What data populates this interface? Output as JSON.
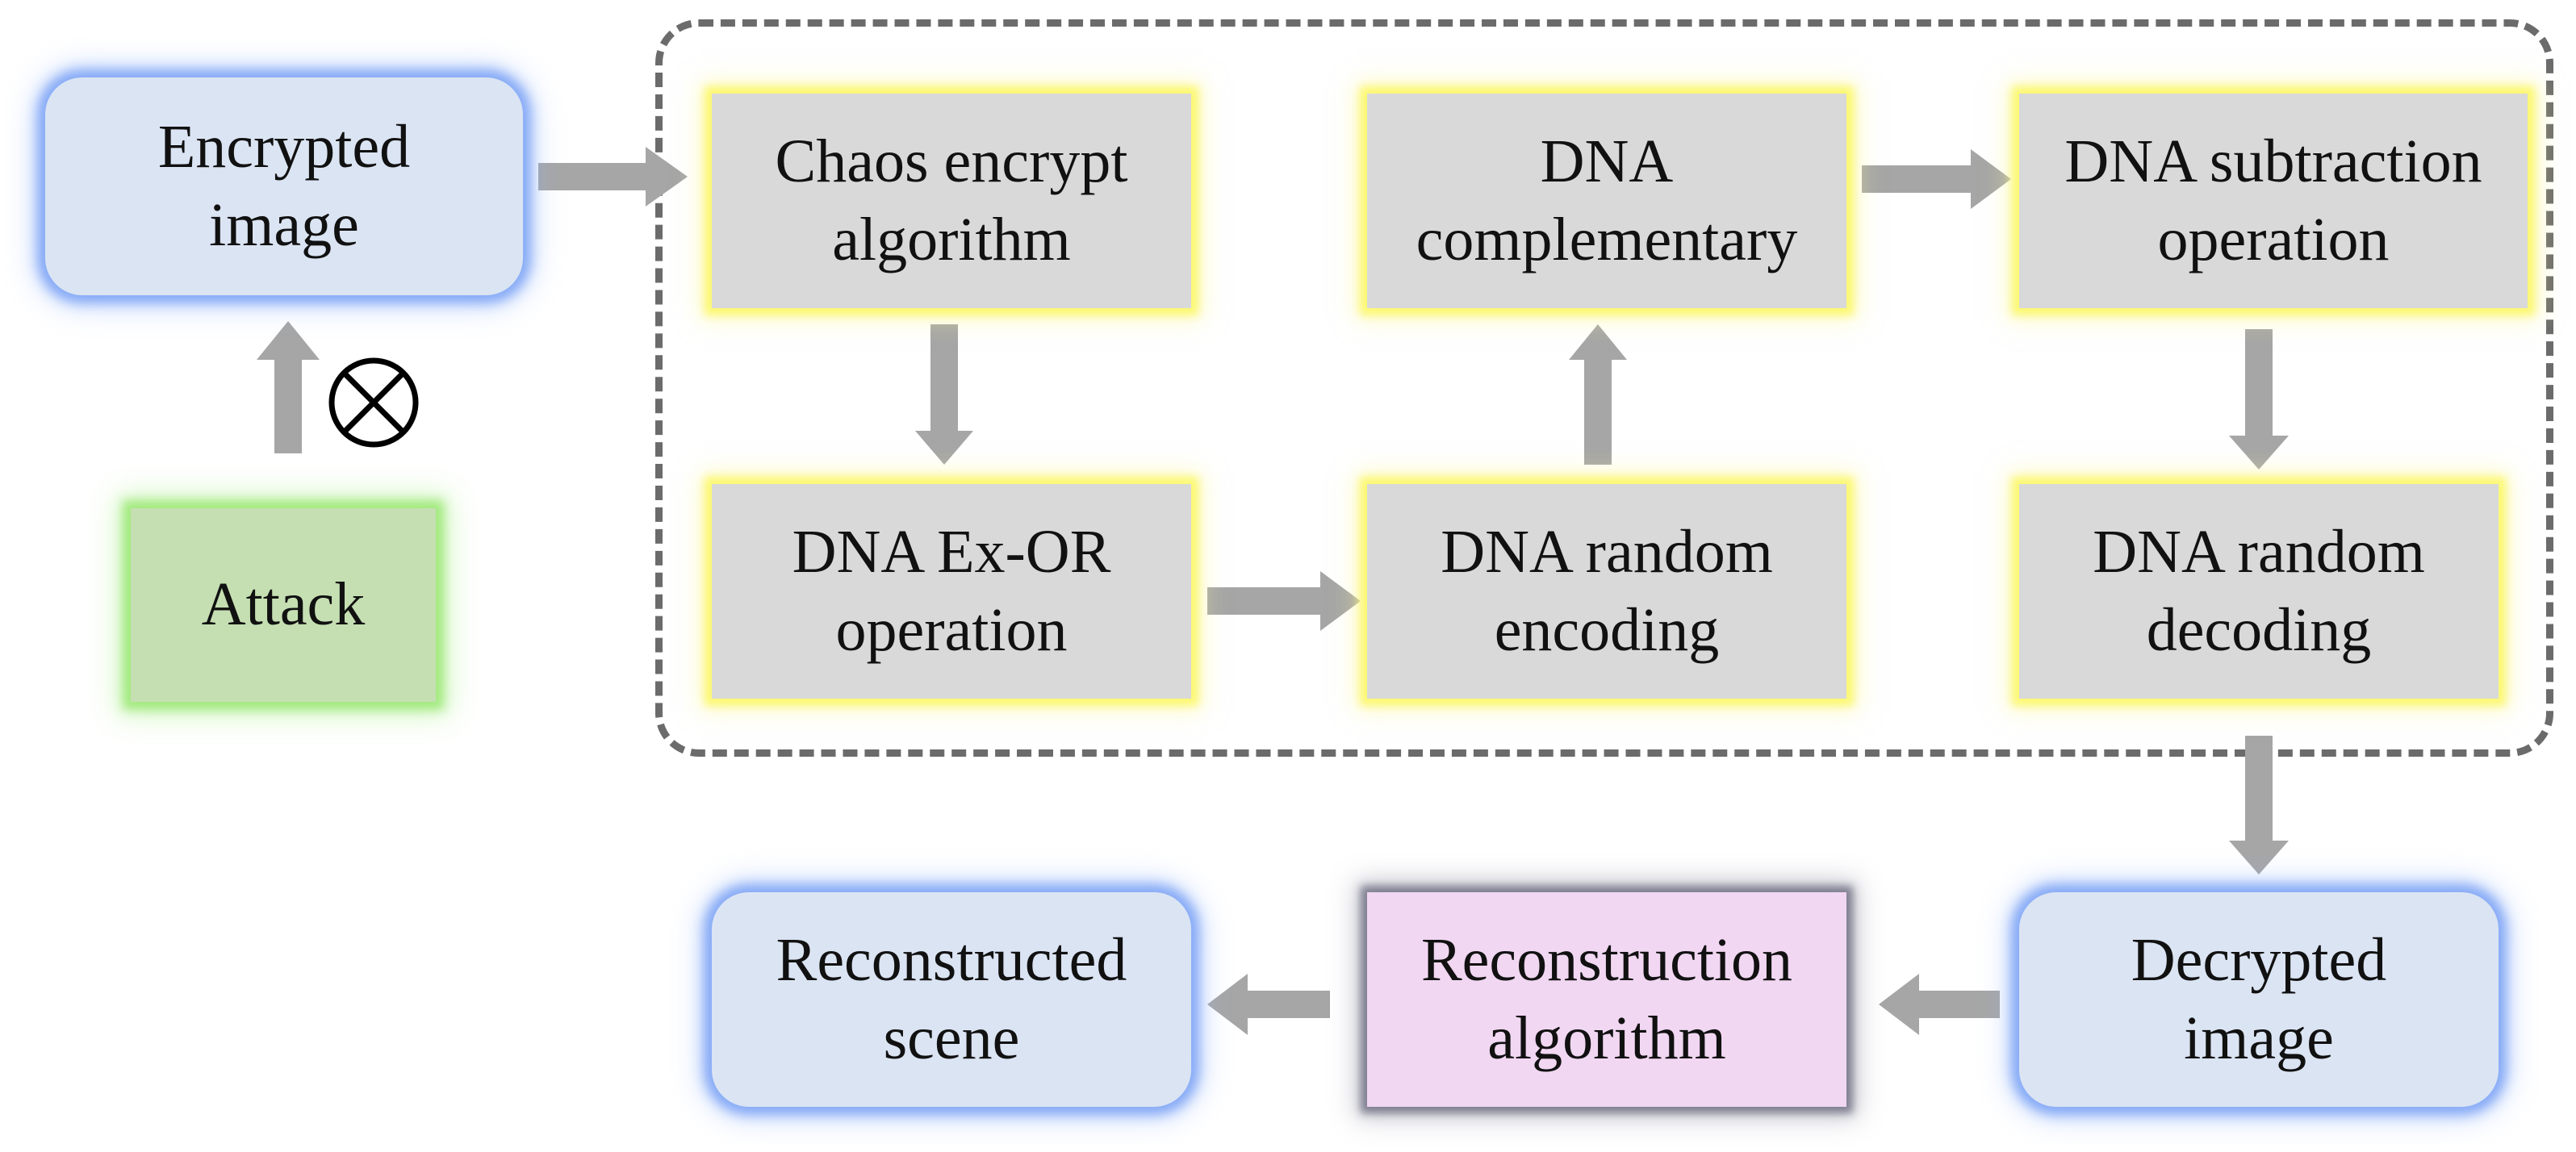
{
  "diagram": {
    "nodes": {
      "encrypted_image": [
        "Encrypted",
        "image"
      ],
      "attack": "Attack",
      "chaos_encrypt": [
        "Chaos encrypt",
        "algorithm"
      ],
      "dna_complementary": [
        "DNA",
        "complementary"
      ],
      "dna_subtraction": [
        "DNA subtraction",
        "operation"
      ],
      "dna_exor": [
        "DNA Ex-OR",
        "operation"
      ],
      "dna_random_encoding": [
        "DNA random",
        "encoding"
      ],
      "dna_random_decoding": [
        "DNA random",
        "decoding"
      ],
      "decrypted_image": [
        "Decrypted",
        "image"
      ],
      "reconstruction_algorithm": [
        "Reconstruction",
        "algorithm"
      ],
      "reconstructed_scene": [
        "Reconstructed",
        "scene"
      ]
    },
    "edges": [
      {
        "from": "attack",
        "to": "encrypted_image"
      },
      {
        "from": "encrypted_image",
        "to": "chaos_encrypt"
      },
      {
        "from": "chaos_encrypt",
        "to": "dna_exor"
      },
      {
        "from": "dna_exor",
        "to": "dna_random_encoding"
      },
      {
        "from": "dna_random_encoding",
        "to": "dna_complementary"
      },
      {
        "from": "dna_complementary",
        "to": "dna_subtraction"
      },
      {
        "from": "dna_subtraction",
        "to": "dna_random_decoding"
      },
      {
        "from": "dna_random_decoding",
        "to": "decrypted_image"
      },
      {
        "from": "decrypted_image",
        "to": "reconstruction_algorithm"
      },
      {
        "from": "reconstruction_algorithm",
        "to": "reconstructed_scene"
      }
    ],
    "colors": {
      "image_box": "#dbe4f3",
      "image_glow": "#78a0f5",
      "process_box": "#d9d9d9",
      "process_glow": "#fcf86e",
      "attack_box": "#c5dfb2",
      "attack_glow": "#96e66e",
      "reconstruction_box": "#f1d7f2",
      "reconstruction_glow": "#6e6e82",
      "arrow": "#a6a6a6",
      "frame": "#6b6b6b"
    },
    "icons": {
      "attack_symbol": "circled-times-icon"
    }
  }
}
